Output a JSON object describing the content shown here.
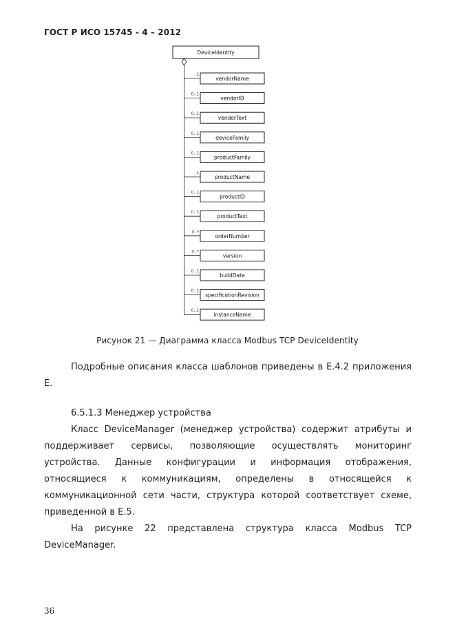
{
  "header": {
    "standard": "ГОСТ Р ИСО 15745 - 4 – 2012"
  },
  "figure": {
    "root_class": "DeviceIdentity",
    "attributes": [
      {
        "name": "vendorName",
        "multiplicity": "1"
      },
      {
        "name": "vendorID",
        "multiplicity": "0..1"
      },
      {
        "name": "vendorText",
        "multiplicity": "0..1"
      },
      {
        "name": "deviceFamily",
        "multiplicity": "0..1"
      },
      {
        "name": "productFamily",
        "multiplicity": "0..1"
      },
      {
        "name": "productName",
        "multiplicity": "1"
      },
      {
        "name": "productID",
        "multiplicity": "0..1"
      },
      {
        "name": "productText",
        "multiplicity": "0..1"
      },
      {
        "name": "orderNumber",
        "multiplicity": "0..*"
      },
      {
        "name": "version",
        "multiplicity": "0..*"
      },
      {
        "name": "buildDate",
        "multiplicity": "0..1"
      },
      {
        "name": "specificationRevision",
        "multiplicity": "0..1"
      },
      {
        "name": "instanceName",
        "multiplicity": "0..1"
      }
    ],
    "caption": "Рисунок 21 — Диаграмма класса Modbus TCP DeviceIdentity"
  },
  "body": {
    "para1": "Подробные описания класса шаблонов приведены в Е.4.2 приложения Е.",
    "section_heading": "6.5.1.3 Менеджер устройства",
    "para2": "Класс DeviceManager (менеджер устройства) содержит атрибуты и поддерживает сервисы, позволяющие осуществлять мониторинг устройства. Данные конфигурации и информация отображения, относящиеся к коммуникациям, определены в относящейся к коммуникационной сети части, структура которой соответствует схеме, приведенной в Е.5.",
    "para3": "На рисунке 22 представлена структура класса Modbus TCP DeviceManager."
  },
  "footer": {
    "page_number": "36"
  }
}
